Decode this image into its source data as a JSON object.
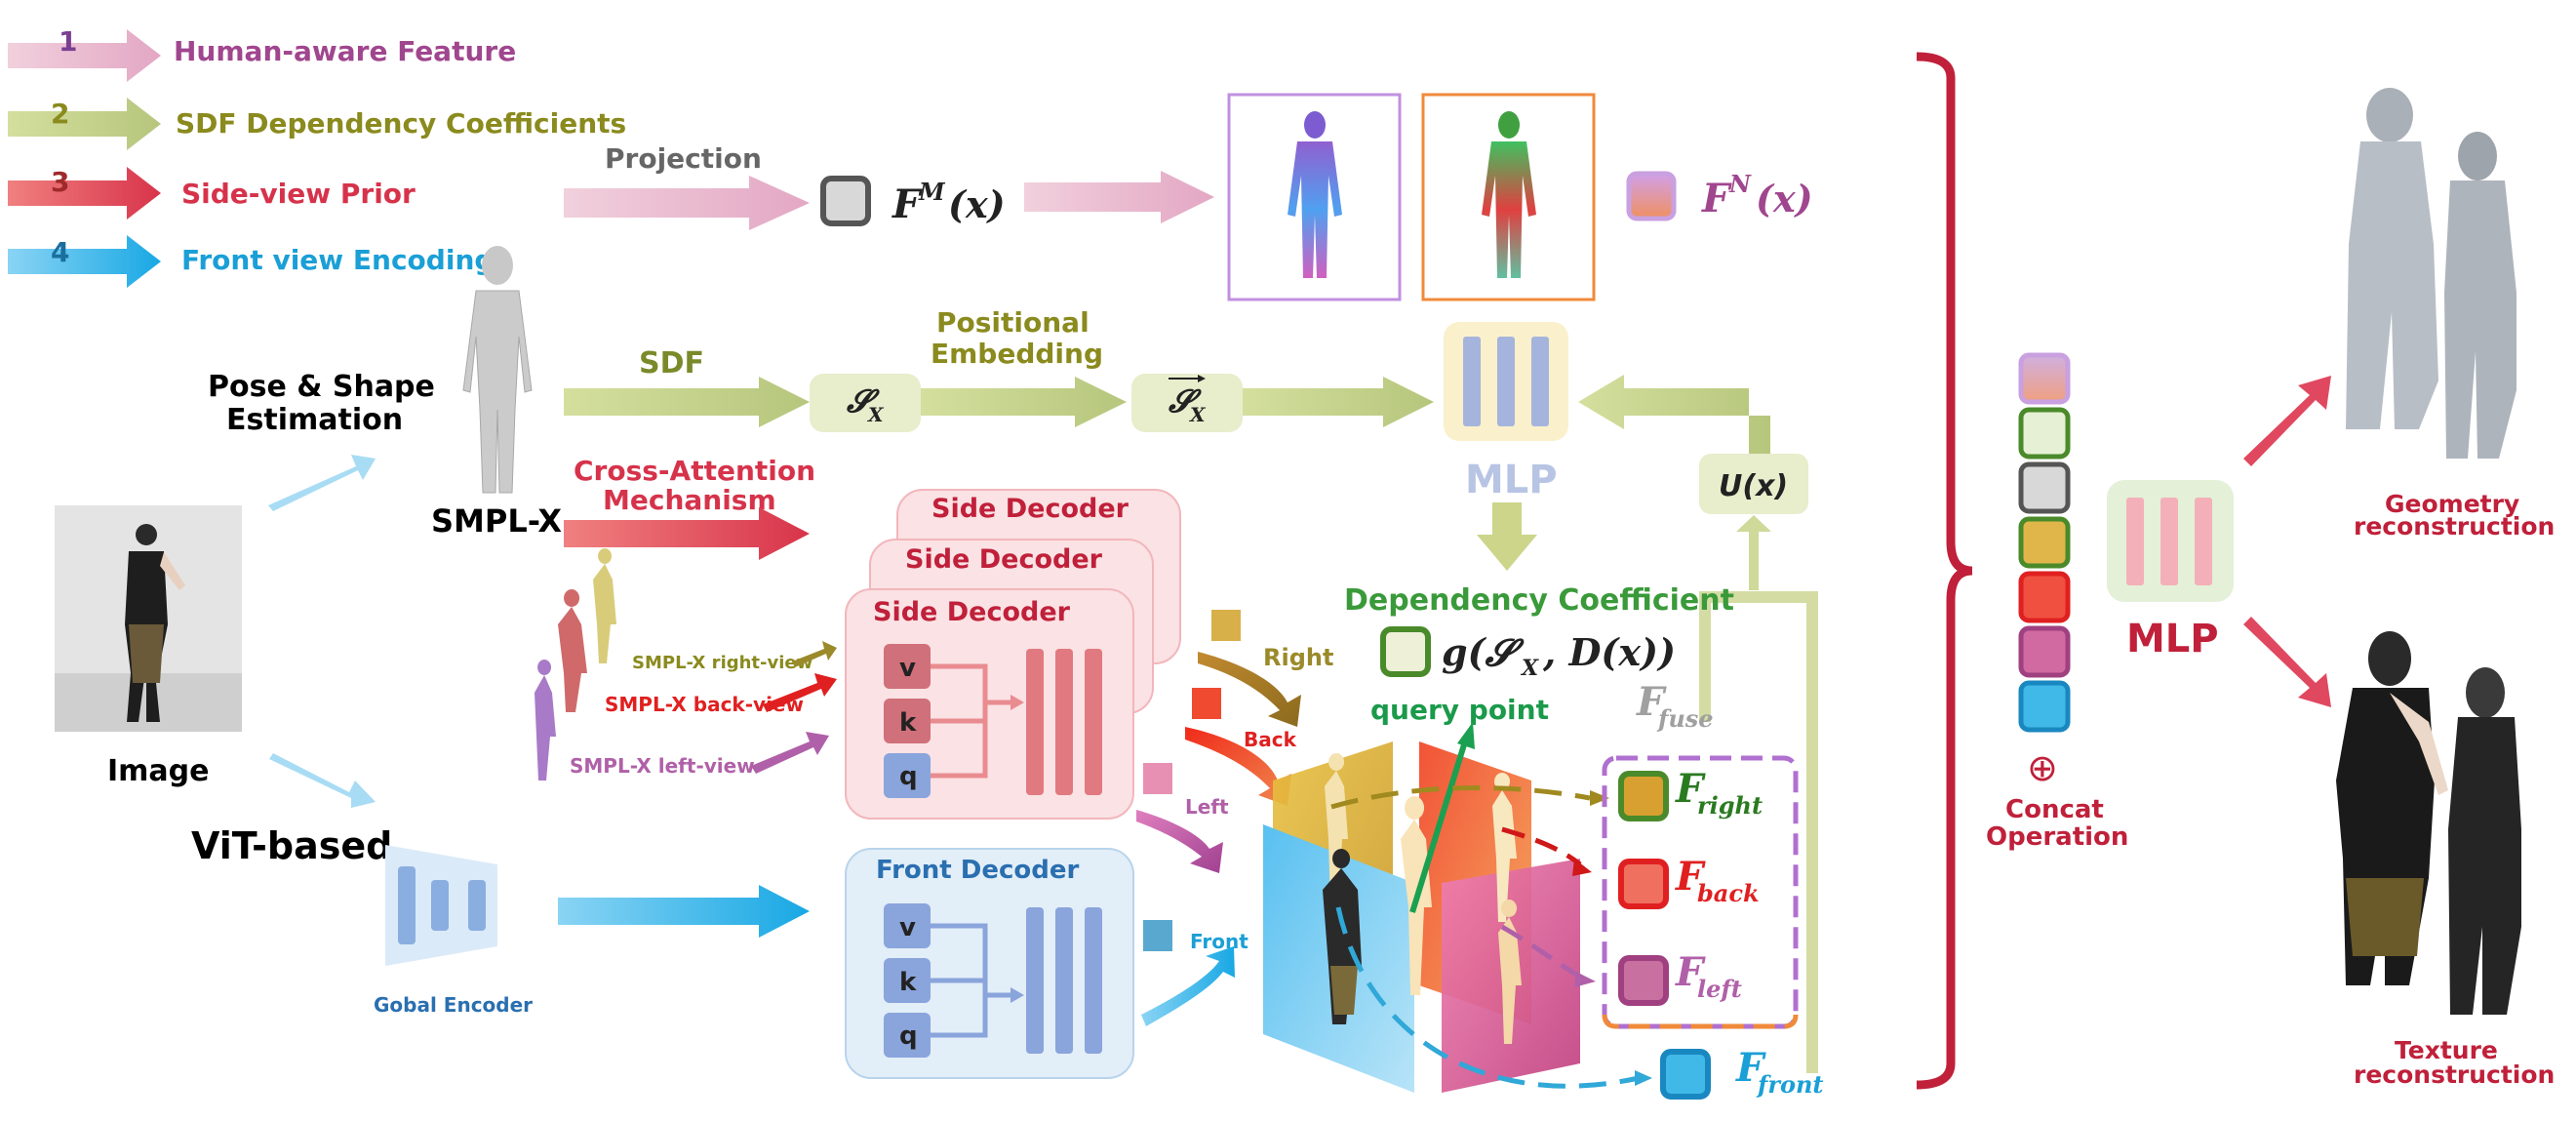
{
  "legend": {
    "items": [
      {
        "num": "1",
        "label": "Human-aware Feature",
        "color": "#a0468e",
        "num_color": "#7a3f92"
      },
      {
        "num": "2",
        "label": "SDF Dependency Coefficients",
        "color": "#8a8a1e",
        "num_color": "#8a8a1e"
      },
      {
        "num": "3",
        "label": "Side-view Prior",
        "color": "#d6334b",
        "num_color": "#a02a2a"
      },
      {
        "num": "4",
        "label": "Front view Encoding",
        "color": "#1a9fd6",
        "num_color": "#1a6f9e"
      }
    ]
  },
  "labels": {
    "projection": "Projection",
    "fm": "F",
    "fm_sup": "M",
    "fm_arg": "(x)",
    "fn": "F",
    "fn_sup": "N",
    "fn_arg": "(x)",
    "pose_shape_1": "Pose & Shape",
    "pose_shape_2": "Estimation",
    "smplx": "SMPL-X",
    "image": "Image",
    "vit": "ViT-based",
    "global_encoder": "Gobal Encoder",
    "sdf": "SDF",
    "positional_1": "Positional",
    "positional_2": "Embedding",
    "sx": "𝓢",
    "sx_sub": "X",
    "mlp_mid": "MLP",
    "ux": "U(x)",
    "cross_attn_1": "Cross-Attention",
    "cross_attn_2": "Mechanism",
    "side_decoder": "Side Decoder",
    "front_decoder": "Front Decoder",
    "v": "v",
    "k": "k",
    "q": "q",
    "smplx_right": "SMPL-X right-view",
    "smplx_back": "SMPL-X back-view",
    "smplx_left": "SMPL-X left-view",
    "right": "Right",
    "back": "Back",
    "left": "Left",
    "front": "Front",
    "dep_coeff": "Dependency Coefficient",
    "g_func": "g(𝓢",
    "g_sub": "X",
    "g_rest": ", D(x))",
    "query_point": "query point",
    "ffuse": "F",
    "ffuse_sub": "fuse",
    "fright": "F",
    "fright_sub": "right",
    "fback": "F",
    "fback_sub": "back",
    "fleft": "F",
    "fleft_sub": "left",
    "ffront": "F",
    "ffront_sub": "front",
    "concat_symbol": "⊕",
    "concat_1": "Concat",
    "concat_2": "Operation",
    "mlp_right": "MLP",
    "geom_1": "Geometry",
    "geom_2": "reconstruction",
    "tex_1": "Texture",
    "tex_2": "reconstruction"
  },
  "colors": {
    "pink_arrow": "#e8b4c8",
    "olive_arrow": "#bfcf8a",
    "red_arrow": "#e0505e",
    "blue_arrow": "#2cb4e6",
    "bracket": "#c0203a",
    "side_decoder_fill": "#fbe2e4",
    "front_decoder_fill": "#e2eef8",
    "mlp_bars": "#a4b4dc",
    "decoder_bars_side": "#e07a80",
    "decoder_bars_front": "#8aa4dc"
  },
  "concat_stack": [
    "#e8b4c8",
    "#e6f0d4",
    "#d8d8d8",
    "#e0b64a",
    "#f05040",
    "#d06aa0",
    "#40b8e8"
  ]
}
